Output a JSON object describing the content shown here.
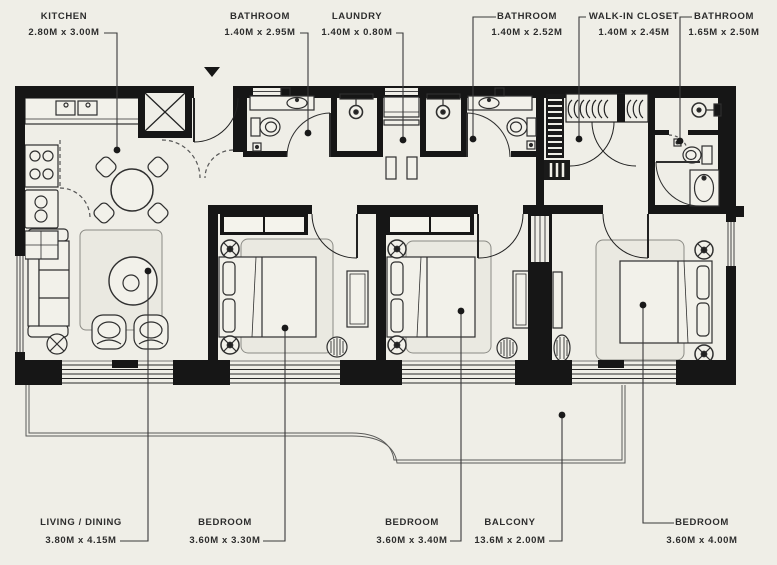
{
  "plan": {
    "top_labels": [
      {
        "id": "kitchen",
        "name": "KITCHEN",
        "dims": "2.80M x 3.00M"
      },
      {
        "id": "bathroom-1",
        "name": "BATHROOM",
        "dims": "1.40M x 2.95M"
      },
      {
        "id": "laundry",
        "name": "LAUNDRY",
        "dims": "1.40M x 0.80M"
      },
      {
        "id": "bathroom-2",
        "name": "BATHROOM",
        "dims": "1.40M x 2.52M"
      },
      {
        "id": "walk-in-closet",
        "name": "WALK-IN CLOSET",
        "dims": "1.40M x 2.45M"
      },
      {
        "id": "bathroom-3",
        "name": "BATHROOM",
        "dims": "1.65M x 2.50M"
      }
    ],
    "bottom_labels": [
      {
        "id": "living-dining",
        "name": "LIVING / DINING",
        "dims": "3.80M x 4.15M"
      },
      {
        "id": "bedroom-1",
        "name": "BEDROOM",
        "dims": "3.60M x 3.30M"
      },
      {
        "id": "bedroom-2",
        "name": "BEDROOM",
        "dims": "3.60M x 3.40M"
      },
      {
        "id": "balcony",
        "name": "BALCONY",
        "dims": "13.6M x 2.00M"
      },
      {
        "id": "bedroom-3",
        "name": "BEDROOM",
        "dims": "3.60M x 4.00M"
      }
    ],
    "colors": {
      "background": "#efeee7",
      "wall": "#161616",
      "line": "#3a3a3a",
      "text": "#2d2d2d"
    }
  }
}
